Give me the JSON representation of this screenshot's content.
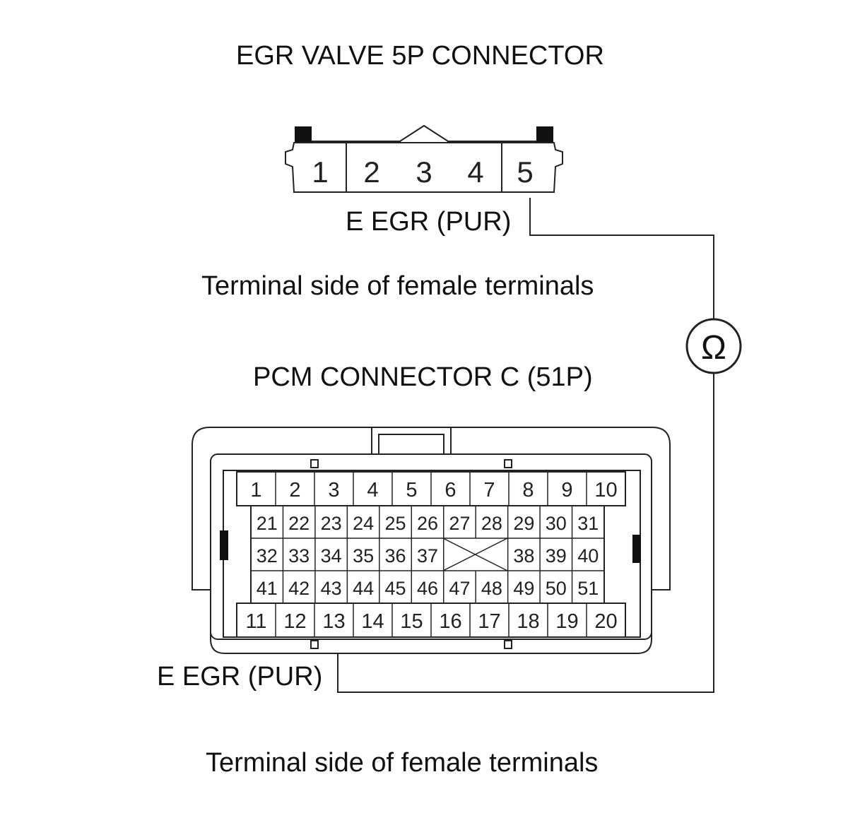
{
  "egr_connector": {
    "title": "EGR VALVE 5P CONNECTOR",
    "pins": [
      "1",
      "2",
      "3",
      "4",
      "5"
    ],
    "wire_label": "E EGR (PUR)",
    "side_note": "Terminal side of female terminals"
  },
  "pcm_connector": {
    "title": "PCM CONNECTOR C (51P)",
    "rows": [
      [
        "1",
        "2",
        "3",
        "4",
        "5",
        "6",
        "7",
        "8",
        "9",
        "10"
      ],
      [
        "21",
        "22",
        "23",
        "24",
        "25",
        "26",
        "27",
        "28",
        "29",
        "30",
        "31"
      ],
      [
        "32",
        "33",
        "34",
        "35",
        "36",
        "37",
        "",
        "",
        "38",
        "39",
        "40"
      ],
      [
        "41",
        "42",
        "43",
        "44",
        "45",
        "46",
        "47",
        "48",
        "49",
        "50",
        "51"
      ],
      [
        "11",
        "12",
        "13",
        "14",
        "15",
        "16",
        "17",
        "18",
        "19",
        "20"
      ]
    ],
    "wire_label": "E EGR (PUR)",
    "side_note": "Terminal side of female terminals"
  },
  "meter": {
    "symbol": "Ω",
    "icon": "ohmmeter-icon"
  },
  "colors": {
    "line": "#222222",
    "text": "#111111",
    "background": "#ffffff"
  }
}
